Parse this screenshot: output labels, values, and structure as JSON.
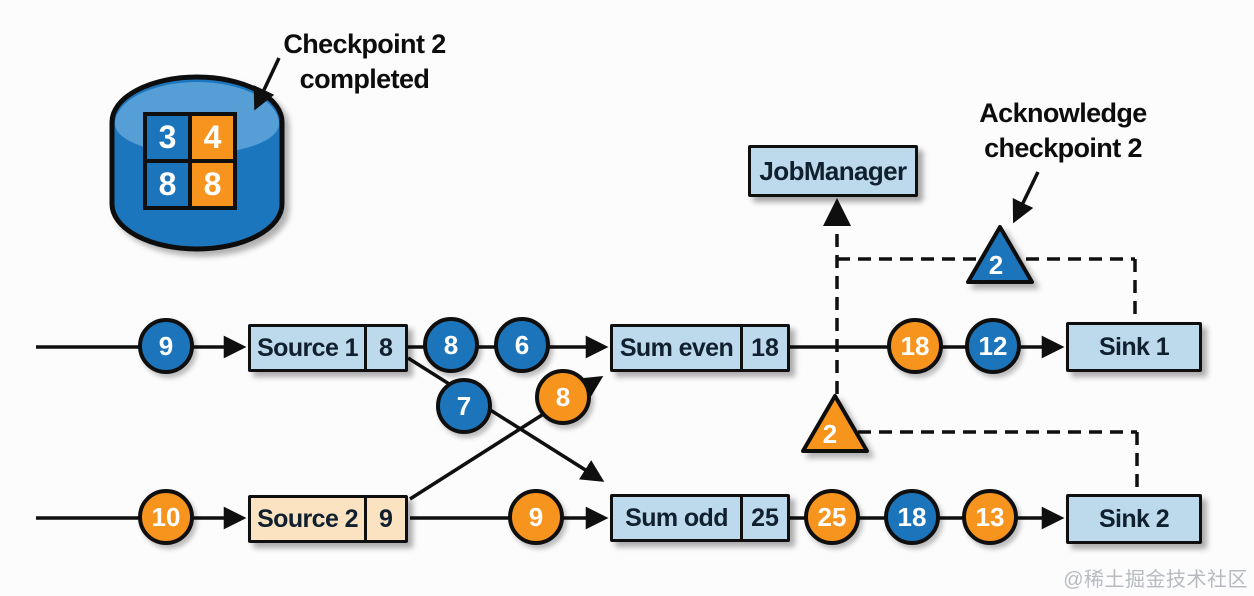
{
  "annotations": {
    "checkpoint_completed": "Checkpoint 2 completed",
    "acknowledge_line1": "Acknowledge",
    "acknowledge_line2": "checkpoint 2"
  },
  "job_manager": {
    "label": "JobManager"
  },
  "checkpoint_store": {
    "cells": [
      {
        "value": "3",
        "color": "#1c74ba"
      },
      {
        "value": "4",
        "color": "#f7941e"
      },
      {
        "value": "8",
        "color": "#1c74ba"
      },
      {
        "value": "8",
        "color": "#f7941e"
      }
    ]
  },
  "barriers": {
    "even": {
      "value": "2",
      "color": "#1c74ba"
    },
    "odd": {
      "value": "2",
      "color": "#f7941e"
    }
  },
  "operators": {
    "source1": {
      "label": "Source 1",
      "state": "8"
    },
    "source2": {
      "label": "Source 2",
      "state": "9"
    },
    "sum_even": {
      "label": "Sum even",
      "state": "18"
    },
    "sum_odd": {
      "label": "Sum odd",
      "state": "25"
    },
    "sink1": {
      "label": "Sink 1"
    },
    "sink2": {
      "label": "Sink 2"
    }
  },
  "records": {
    "top_input": {
      "value": "9",
      "color": "blue"
    },
    "top_after_source": [
      {
        "value": "8",
        "color": "blue"
      },
      {
        "value": "6",
        "color": "blue"
      }
    ],
    "cross_to_sum_odd": {
      "value": "7",
      "color": "blue"
    },
    "cross_to_sum_even": {
      "value": "8",
      "color": "orange"
    },
    "top_after_sum": [
      {
        "value": "18",
        "color": "orange"
      },
      {
        "value": "12",
        "color": "blue"
      }
    ],
    "bottom_input": {
      "value": "10",
      "color": "orange"
    },
    "bottom_after_source": {
      "value": "9",
      "color": "orange"
    },
    "bottom_after_sum": [
      {
        "value": "25",
        "color": "orange"
      },
      {
        "value": "18",
        "color": "blue"
      },
      {
        "value": "13",
        "color": "orange"
      }
    ]
  },
  "colors": {
    "record_blue": "#1c74ba",
    "record_orange": "#f7941e",
    "operator_fill": "#bdd9ec",
    "source2_fill": "#fbe3c2",
    "outline": "#0f0f0f",
    "watermark": "#b7bbc0"
  },
  "watermark": "@稀土掘金技术社区"
}
